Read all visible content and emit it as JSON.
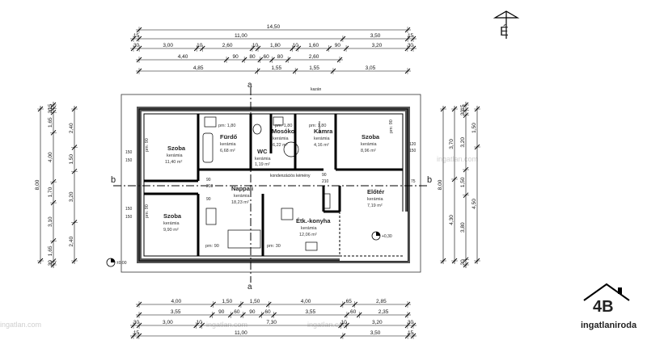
{
  "watermarks": {
    "wm1": "ingatlan.com",
    "wm2": "ingatlan.com",
    "wm3": "ingatlan.com",
    "wm4": "ingatlan.com"
  },
  "north": {
    "letter": "É"
  },
  "logo": {
    "mark": "4B",
    "text": "ingatlaniroda"
  },
  "section": {
    "a": "a",
    "b": "b"
  },
  "rooms": {
    "furdo": {
      "name": "Fürdő",
      "mat": "kerámia",
      "area": "6,68 m²",
      "pm": "pm: 1,80"
    },
    "mosoko": {
      "name": "Mosókо",
      "mat": "kerámia",
      "area": "6,22 m²",
      "pm": "pm: 1,80"
    },
    "kamra": {
      "name": "Kamra",
      "mat": "kerámia",
      "area": "4,16 m²",
      "pm": "pm: 1,80"
    },
    "szoba1": {
      "name": "Szoba",
      "mat": "kerámia",
      "area": "11,40 m²",
      "pm": "pm: 90"
    },
    "szoba2": {
      "name": "Szoba",
      "mat": "kerámia",
      "area": "8,96 m²",
      "pm": "pm: 90"
    },
    "szoba3": {
      "name": "Szoba",
      "mat": "kerámia",
      "area": "9,90 m²",
      "pm": "pm: 90"
    },
    "wc": {
      "name": "WC",
      "mat": "kerámia",
      "area": "1,19 m²"
    },
    "nappali": {
      "name": "Nappali",
      "mat": "kerámia",
      "area": "18,23 m²",
      "pm": "pm: 90"
    },
    "etkonyha": {
      "name": "Étk.-konyha",
      "mat": "kerámia",
      "area": "12,06 m²",
      "pm": "pm: 30"
    },
    "eloter": {
      "name": "Előtér",
      "mat": "kerámia",
      "area": "7,19 m²"
    }
  },
  "labels": {
    "kazan": "kazán",
    "kemeny": "kondenzációs kémény",
    "elev1": "±0,00",
    "elev2": "+0,30"
  },
  "top_dims": {
    "r1": [
      "14,50"
    ],
    "r2": [
      "15",
      "11,00",
      "3,50",
      "15"
    ],
    "r3": [
      "30",
      "3,00",
      "10",
      "2,60",
      "10",
      "1,80",
      "10",
      "1,60",
      "90",
      "3,20",
      "30"
    ],
    "r4": [
      "4,40",
      "90",
      "80",
      "60",
      "80",
      "2,60"
    ],
    "r5": [
      "4,85",
      "1,55",
      "1,55",
      "3,05"
    ]
  },
  "bottom_dims": {
    "r1": [
      "4,00",
      "1,50",
      "1,50",
      "4,00",
      "65",
      "2,85"
    ],
    "r2": [
      "3,55",
      "90",
      "60",
      "90",
      "60",
      "3,55",
      "60",
      "2,35"
    ],
    "r3": [
      "30",
      "3,00",
      "10",
      "7,30",
      "10",
      "3,20",
      "30"
    ],
    "r4": [
      "15",
      "11,00",
      "3,50",
      "15"
    ]
  },
  "left_dims": {
    "c1": [
      "8,00"
    ],
    "c2": [
      "15",
      "30",
      "1,65",
      "4,00",
      "1,70",
      "3,10",
      "1,65",
      "30"
    ],
    "c3": [
      "2,40",
      "1,50",
      "3,20",
      "2,40"
    ]
  },
  "right_dims": {
    "c1": [
      "8,00"
    ],
    "c2": [
      "3,70",
      "4,30"
    ],
    "c3": [
      "15",
      "30",
      "3,20",
      "1,50",
      "3,80",
      "30"
    ],
    "c4": [
      "1,50",
      "4,50"
    ]
  },
  "openings": {
    "o150a": "150",
    "o150b": "150",
    "o150c": "150",
    "o150d": "150",
    "o90a": "90",
    "o90b": "90",
    "o90c": "90",
    "o210a": "210",
    "o210b": "210",
    "o75": "75",
    "o120": "120",
    "o150e": "150"
  }
}
